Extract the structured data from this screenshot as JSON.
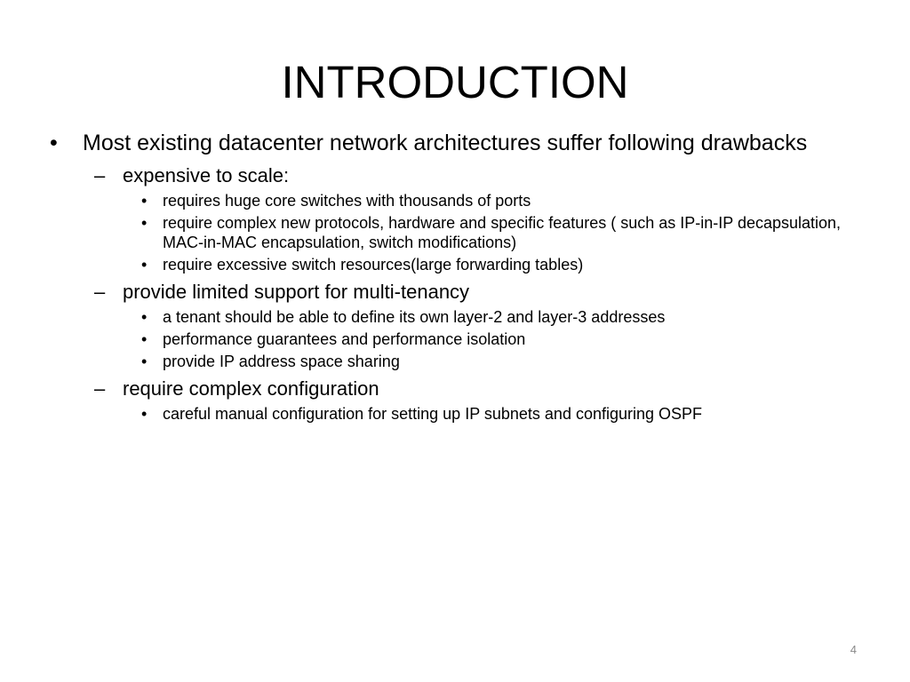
{
  "slide": {
    "title": "INTRODUCTION",
    "page_number": "4",
    "bullets": {
      "main": "Most existing datacenter network architectures suffer following drawbacks",
      "scale": {
        "label": "expensive to scale:",
        "points": [
          "requires huge core switches with thousands of ports",
          "require complex new protocols, hardware and specific features ( such as IP-in-IP decapsulation, MAC-in-MAC encapsulation, switch modifications)",
          "require excessive switch resources(large forwarding tables)"
        ]
      },
      "tenancy": {
        "label": "provide limited support for multi-tenancy",
        "points": [
          "a tenant should be able to define its own layer-2 and layer-3  addresses",
          "performance guarantees and performance isolation",
          "provide IP address space sharing"
        ]
      },
      "config": {
        "label": "require complex configuration",
        "points": [
          "careful manual configuration for setting up IP subnets and configuring OSPF"
        ]
      }
    }
  },
  "markers": {
    "level1": "•",
    "level2": "–",
    "level3": "•"
  }
}
